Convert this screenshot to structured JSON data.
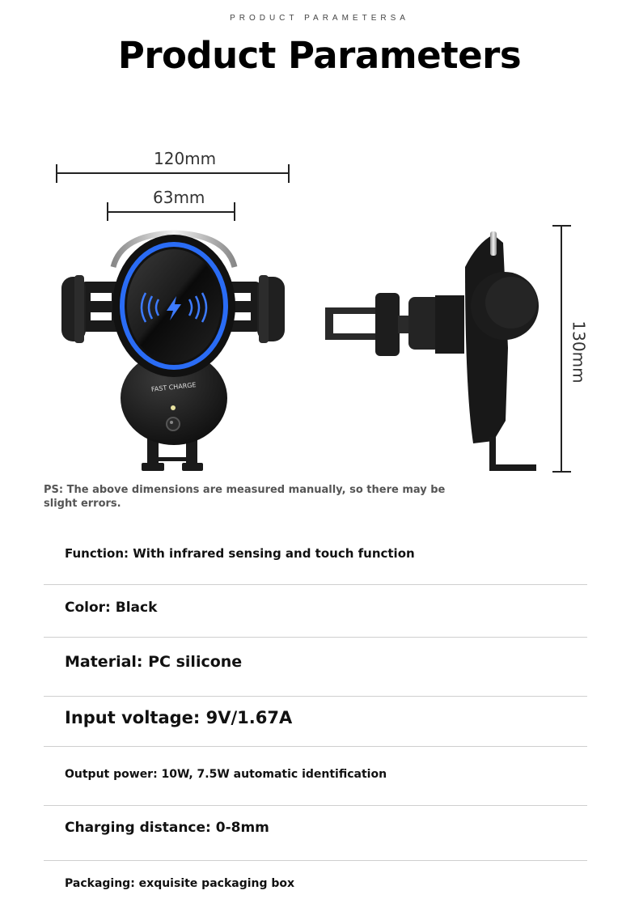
{
  "header": {
    "subtitle": "PRODUCT PARAMETERSA",
    "title": "Product Parameters"
  },
  "dimensions": {
    "outer_width": "120mm",
    "inner_width": "63mm",
    "height": "130mm"
  },
  "device": {
    "front_label": "FAST CHARGE"
  },
  "note": "PS: The above dimensions are measured manually, so there may be slight errors.",
  "specs": [
    "Function: With infrared sensing and touch function",
    "Color: Black",
    "Material: PC silicone",
    "Input voltage: 9V/1.67A",
    "Output power: 10W, 7.5W automatic identification",
    "Charging distance: 0-8mm",
    "Packaging: exquisite packaging box"
  ],
  "colors": {
    "accent_blue": "#2a6cf5",
    "body_black": "#151515"
  }
}
